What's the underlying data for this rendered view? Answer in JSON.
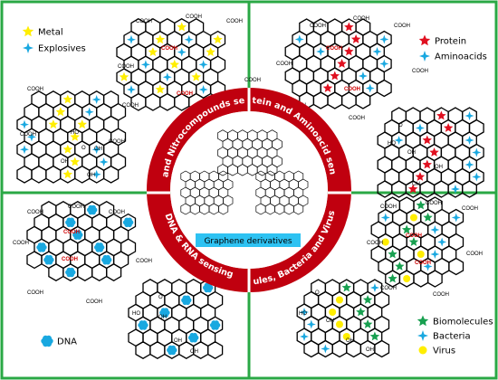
{
  "legends": {
    "q1": [
      {
        "label": "Metal",
        "marker": "yellow-star",
        "color": "#ffee00"
      },
      {
        "label": "Explosives",
        "marker": "blue-cross",
        "color": "#19a8e0"
      }
    ],
    "q2": [
      {
        "label": "Protein",
        "marker": "red-star",
        "color": "#e01020"
      },
      {
        "label": "Aminoacids",
        "marker": "blue-cross",
        "color": "#19a8e0"
      }
    ],
    "q3": [
      {
        "label": "DNA",
        "marker": "blue-flower",
        "color": "#19a8e0"
      }
    ],
    "q4": [
      {
        "label": "Biomolecules",
        "marker": "green-star",
        "color": "#18a050"
      },
      {
        "label": "Bacteria",
        "marker": "blue-cross",
        "color": "#19a8e0"
      },
      {
        "label": "Virus",
        "marker": "yellow-dot",
        "color": "#ffee00"
      }
    ]
  },
  "ring_labels": {
    "top_left": "Metal and Nitrocompounds sensing",
    "top_right": "Protein and Aminoacid sensing",
    "bottom_left": "DNA & RNA sensing",
    "bottom_right": "Biomolecules, Bacteria and Virus detection"
  },
  "center_label": "Graphene derivatives",
  "functional_groups": {
    "cooh": "COOH",
    "oh": "OH",
    "ho": "HO",
    "o": "O"
  },
  "colors": {
    "frame": "#2aa845",
    "ring": "#c0000f",
    "center_label_bg": "#2ec2f2",
    "lattice": "#000000"
  }
}
